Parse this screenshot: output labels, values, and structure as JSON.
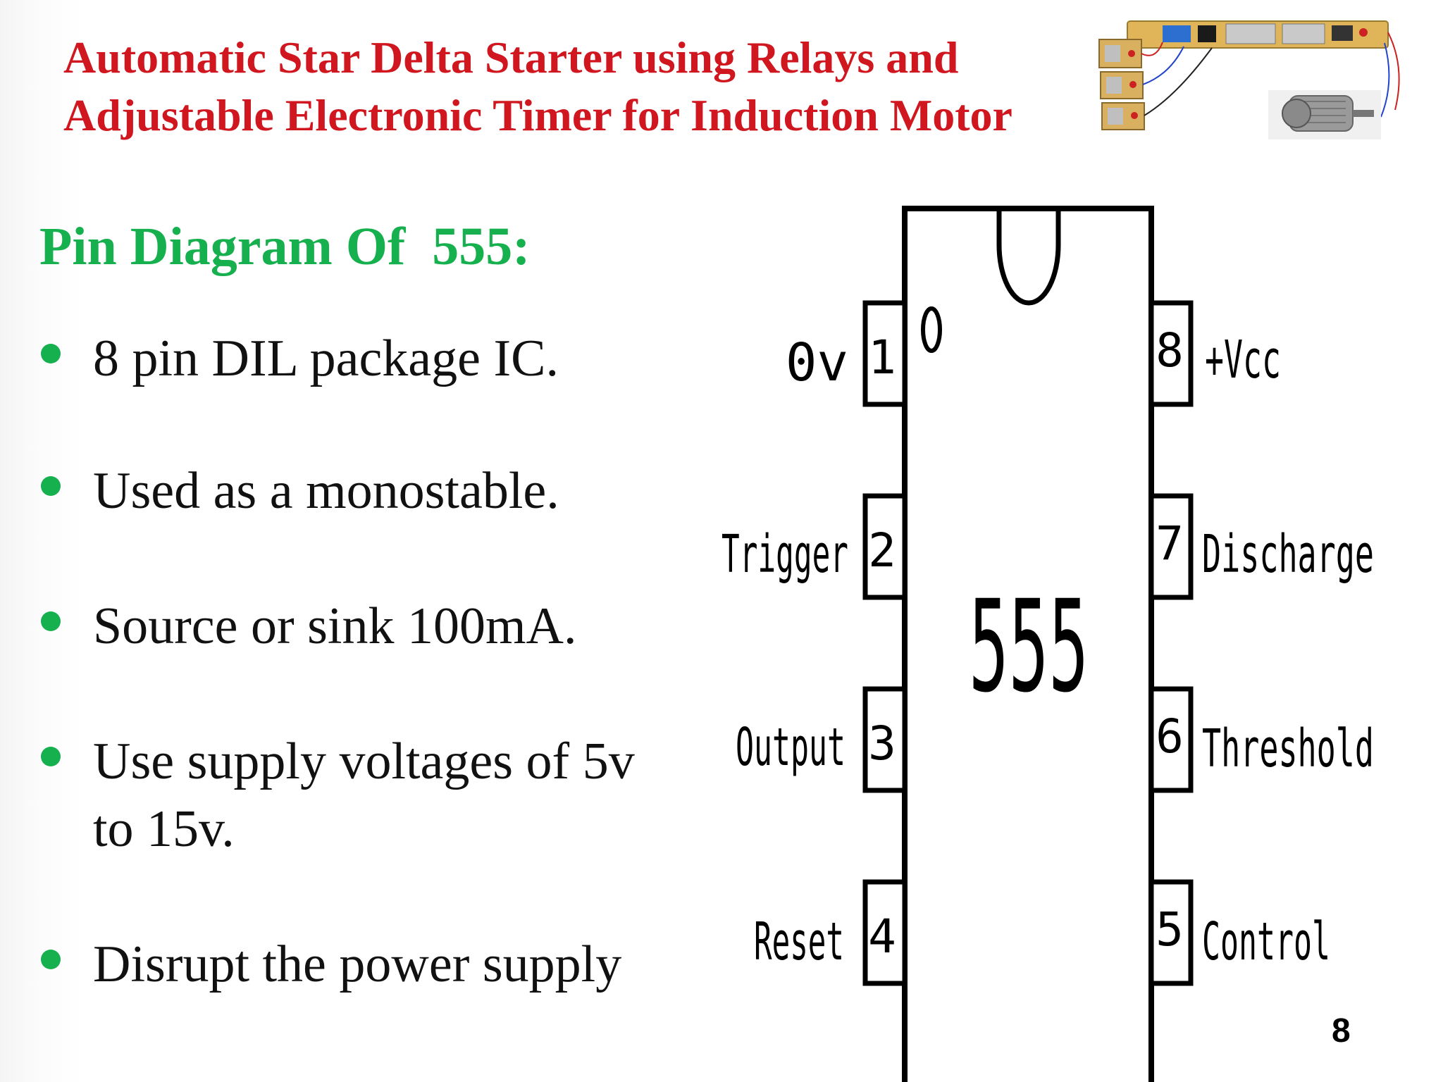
{
  "title": {
    "line1": "Automatic Star Delta Starter using Relays and",
    "line2": "Adjustable Electronic Timer for Induction Motor"
  },
  "photo": {
    "description_icon": "circuit-board-motor-photo"
  },
  "section_heading": "Pin Diagram Of  555:",
  "bullets": [
    {
      "lines": [
        "8 pin DIL package IC."
      ]
    },
    {
      "lines": [
        "Used as a monostable."
      ]
    },
    {
      "lines": [
        "Source or sink 100mA."
      ]
    },
    {
      "lines": [
        "Use supply voltages of 5v",
        "to 15v."
      ]
    },
    {
      "lines": [
        "Disrupt the power supply"
      ]
    }
  ],
  "ic": {
    "label": "555",
    "left_pins": [
      {
        "number": "1",
        "name": "0v"
      },
      {
        "number": "2",
        "name": "Trigger"
      },
      {
        "number": "3",
        "name": "Output"
      },
      {
        "number": "4",
        "name": "Reset"
      }
    ],
    "right_pins": [
      {
        "number": "8",
        "name": "+Vcc"
      },
      {
        "number": "7",
        "name": "Discharge"
      },
      {
        "number": "6",
        "name": "Threshold"
      },
      {
        "number": "5",
        "name": "Control"
      }
    ]
  },
  "page_number": "8",
  "colors": {
    "title": "#d0161e",
    "heading": "#16b04e",
    "bullet": "#16b04e",
    "body_text": "#111111"
  }
}
